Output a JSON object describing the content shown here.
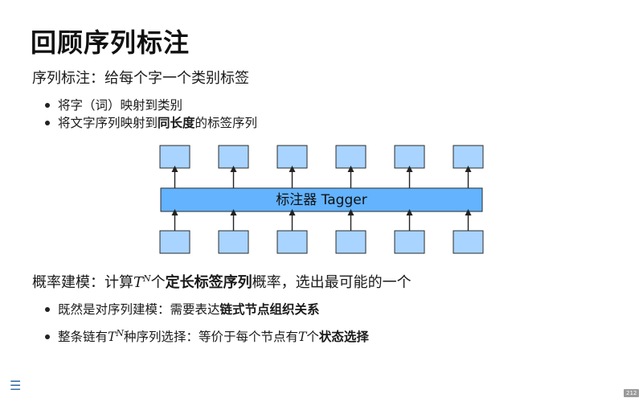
{
  "slide": {
    "title": "回顾序列标注",
    "intro": "序列标注：给每个字一个类别标签",
    "bullets1": [
      {
        "text": "将字（词）映射到类别"
      },
      {
        "pre": "将文字序列映射到",
        "bold": "同长度",
        "post": "的标签序列"
      }
    ],
    "diagram": {
      "tagger_label": "标注器 Tagger",
      "box_count_per_row": 6,
      "colors": {
        "box_fill": "#a8d4ff",
        "box_stroke": "#2b2b2b",
        "tagger_fill": "#63b3ff",
        "arrow": "#222222"
      }
    },
    "prob": {
      "pre": "概率建模：计算",
      "var": "T",
      "sup": "N",
      "mid": "个",
      "bold": "定长标签序列",
      "post": "概率，选出最可能的一个"
    },
    "bullets2": [
      {
        "pre": "既然是对序列建模：需要表达",
        "bold": "链式节点组织关系"
      },
      {
        "pre": "整条链有",
        "var": "T",
        "sup": "N",
        "mid": "种序列选择：等价于每个节点有",
        "var2": "T",
        "mid2": "个",
        "bold": "状态选择"
      }
    ]
  },
  "footer": {
    "menu_icon": "hamburger-menu-icon",
    "page_number": "212"
  }
}
